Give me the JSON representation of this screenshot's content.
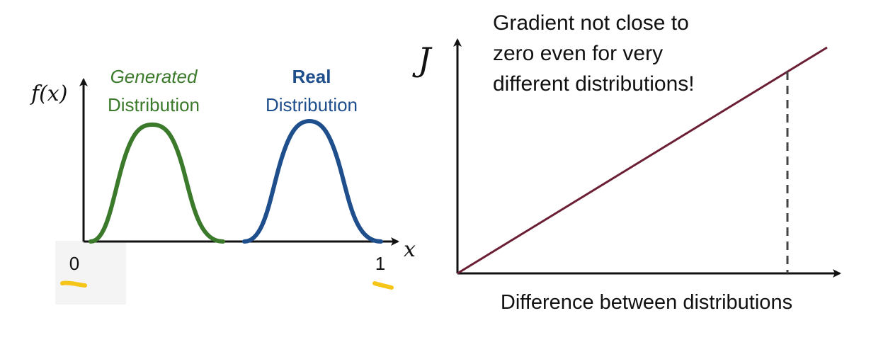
{
  "left_panel": {
    "y_axis_label": "f(x)",
    "x_axis_label": "x",
    "tick_start": "0",
    "tick_end": "1",
    "generated": {
      "line1": "Generated",
      "line2": "Distribution",
      "color": "#3b7a2b"
    },
    "real": {
      "line1": "Real",
      "line2": "Distribution",
      "color": "#1f4e8c"
    },
    "highlight_color": "#f5c518"
  },
  "right_panel": {
    "y_axis_label": "J",
    "x_axis_label": "Difference between distributions",
    "annotation": [
      "Gradient not close to",
      "zero even for very",
      "different distributions!"
    ],
    "line_color": "#6b1f34"
  }
}
